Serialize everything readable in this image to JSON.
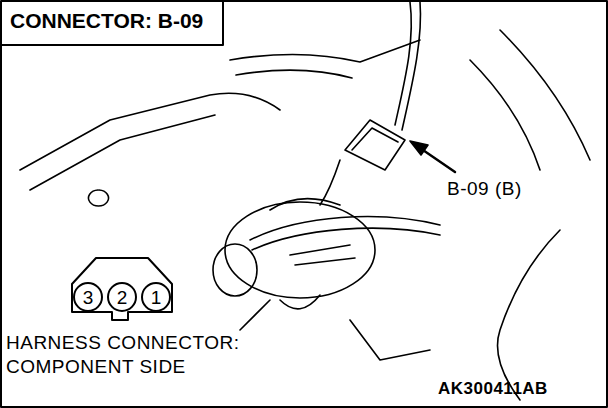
{
  "diagram": {
    "title": "CONNECTOR: B-09",
    "nodes": [
      {
        "text": [
          "3"
        ]
      },
      {
        "text": [
          "2"
        ]
      },
      {
        "text": [
          "1"
        ]
      }
    ],
    "labels": [
      "B-09 (B)",
      "HARNESS CONNECTOR: COMPONENT SIDE",
      "AK300411AB"
    ]
  }
}
